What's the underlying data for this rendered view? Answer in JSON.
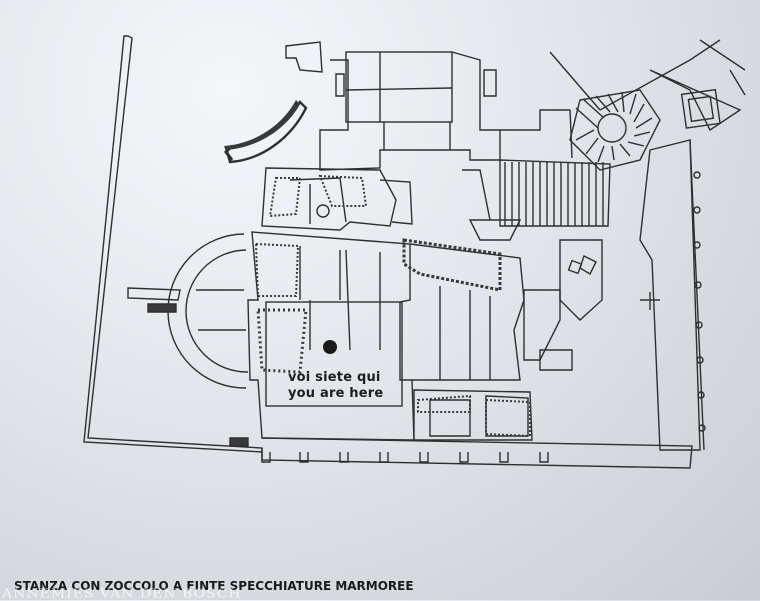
{
  "map": {
    "you_are_here": {
      "line1": "voi siete qui",
      "line2": "you are here"
    },
    "caption": "STANZA CON ZOCCOLO A FINTE SPECCHIATURE MARMOREE",
    "watermark": "ANNEMIES VAN DEN BOSCH"
  },
  "colors": {
    "ink": "#2a2a2a",
    "paper": "#e4e8ec"
  }
}
